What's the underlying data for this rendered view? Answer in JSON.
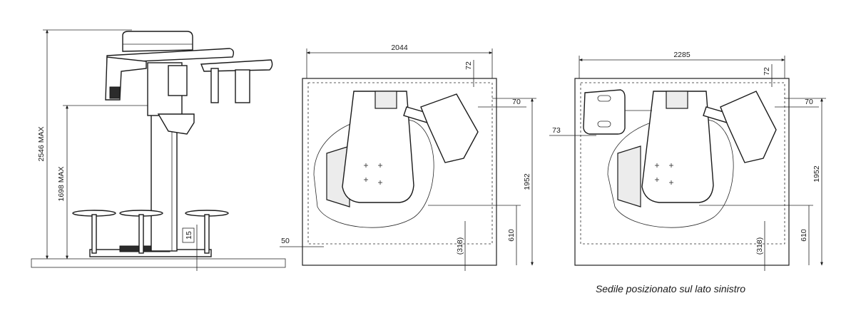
{
  "side_view": {
    "height_total": "2546 MAX",
    "height_arm": "1698 MAX",
    "foot_label": "15"
  },
  "plan_left": {
    "width": "2044",
    "top_gap": "72",
    "right_gap": "70",
    "depth": "1952",
    "left_gap": "50",
    "inner_offset": "(318)",
    "front_offset": "610"
  },
  "plan_right": {
    "width": "2285",
    "top_gap": "72",
    "right_gap": "70",
    "left_seat_gap": "73",
    "depth": "1952",
    "inner_offset": "(318)",
    "front_offset": "610",
    "caption": "Sedile posizionato sul lato sinistro"
  }
}
